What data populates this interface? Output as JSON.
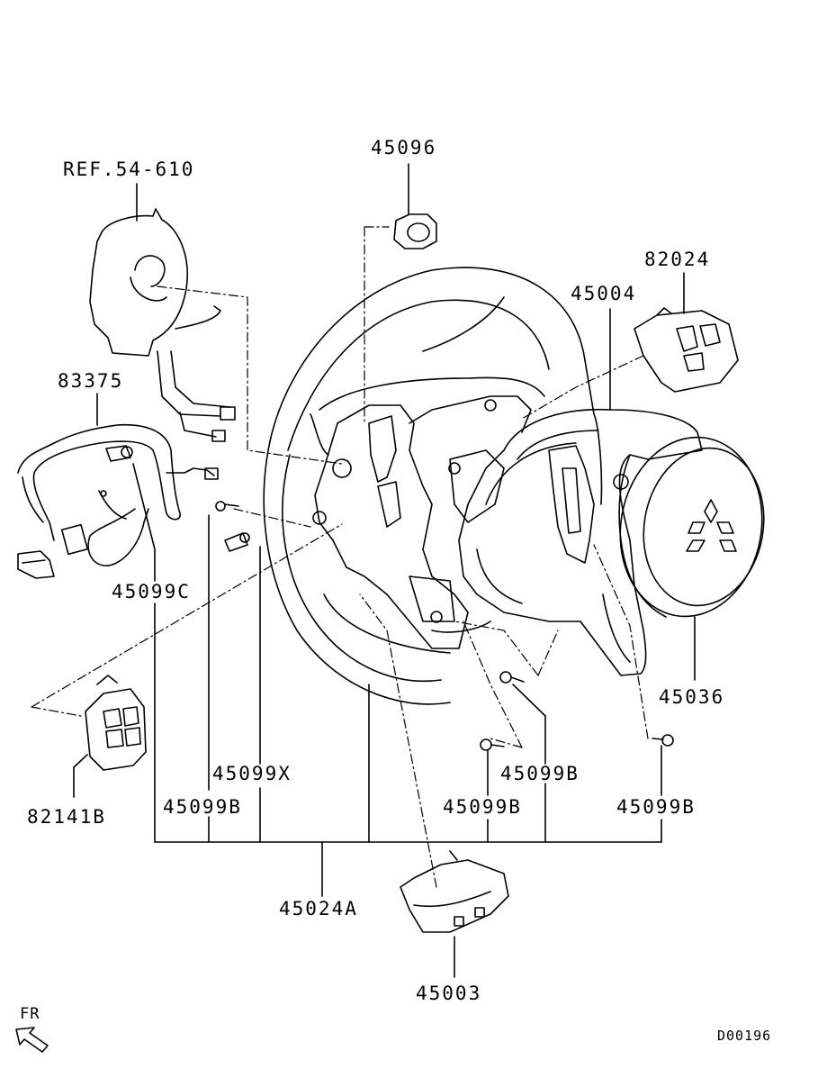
{
  "labels": {
    "ref": "REF.54-610",
    "p45096": "45096",
    "p82024": "82024",
    "p45004": "45004",
    "p83375": "83375",
    "p45099c": "45099C",
    "p45036": "45036",
    "p45099x": "45099X",
    "p45099b_left": "45099B",
    "p45099b_mid_right": "45099B",
    "p45099b_mid": "45099B",
    "p45099b_right": "45099B",
    "p82141b": "82141B",
    "p45024a": "45024A",
    "p45003": "45003",
    "fr": "FR",
    "diagram_code": "D00196"
  },
  "icons": {
    "logo": "three-diamond-emblem-icon",
    "front_arrow": "front-direction-arrow-icon"
  }
}
